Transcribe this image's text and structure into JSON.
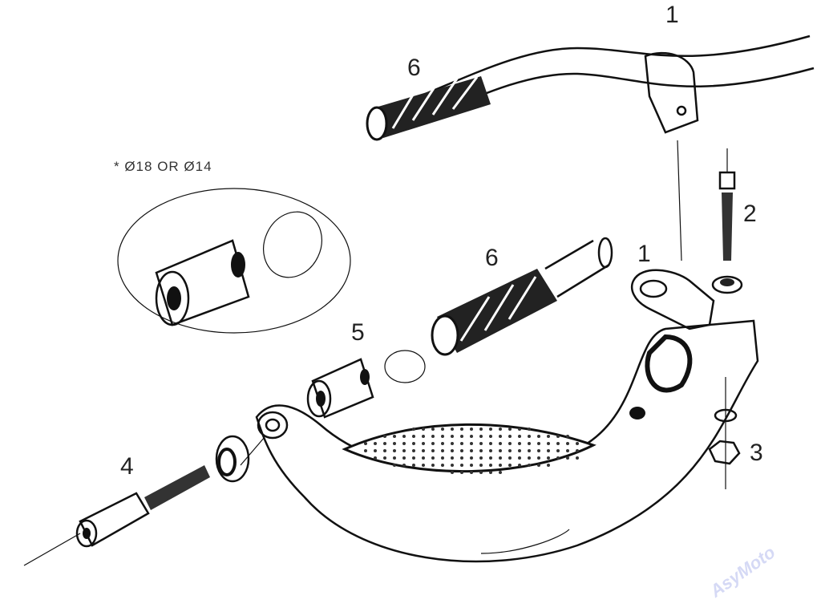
{
  "note": "* Ø18 OR Ø14",
  "part_labels": {
    "clamp_top": "1",
    "clamp_bottom": "1",
    "bolt_short": "2",
    "nut_washer": "3",
    "bolt_long": "4",
    "insert": "5",
    "grip_top": "6",
    "grip_bottom": "6"
  },
  "watermark": "AsyMoto"
}
